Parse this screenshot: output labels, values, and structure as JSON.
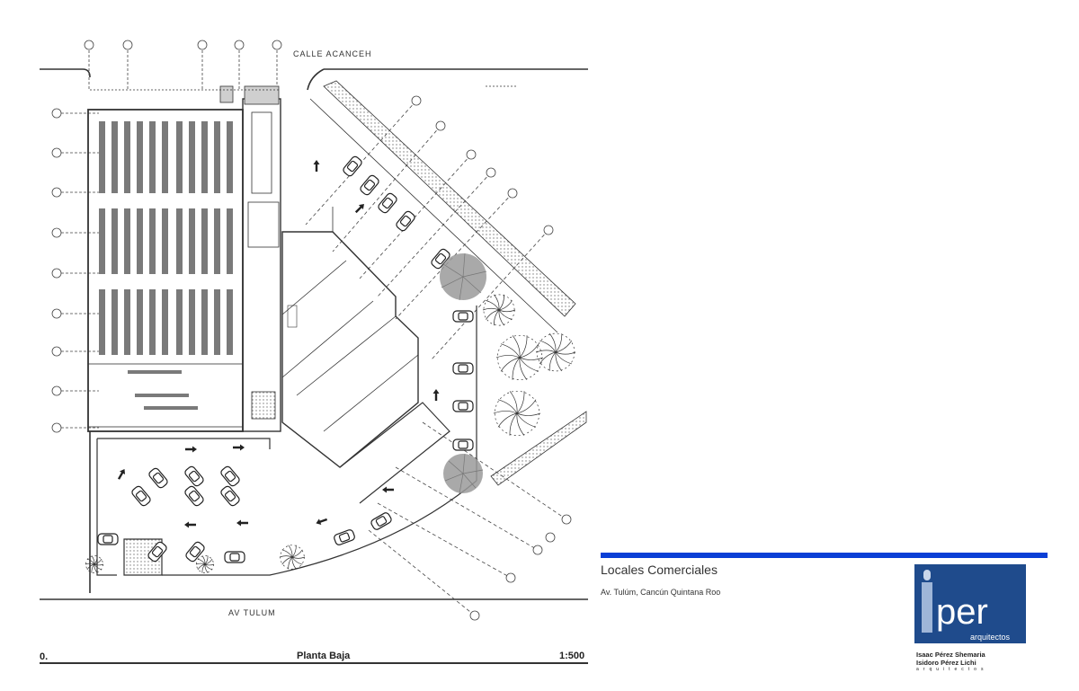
{
  "plan": {
    "street_top": "CALLE  ACANCEH",
    "street_bottom": "AV TULUM"
  },
  "sheet": {
    "number": "0.",
    "title": "Planta Baja",
    "scale": "1:500"
  },
  "project": {
    "title": "Locales Comerciales",
    "address": "Av. Tulúm, Cancún Quintana Roo"
  },
  "firm": {
    "logo_text": "per",
    "logo_subtext": "arquitectos",
    "architect_1": "Isaac Pérez Shemaria",
    "architect_2": "Isidoro Pérez Lichi",
    "tagline": "arquitectos"
  },
  "colors": {
    "accent_blue": "#0a3fd6",
    "logo_bg": "#1f4b8c",
    "line": "#333333",
    "hatch": "#9a9a9a"
  }
}
